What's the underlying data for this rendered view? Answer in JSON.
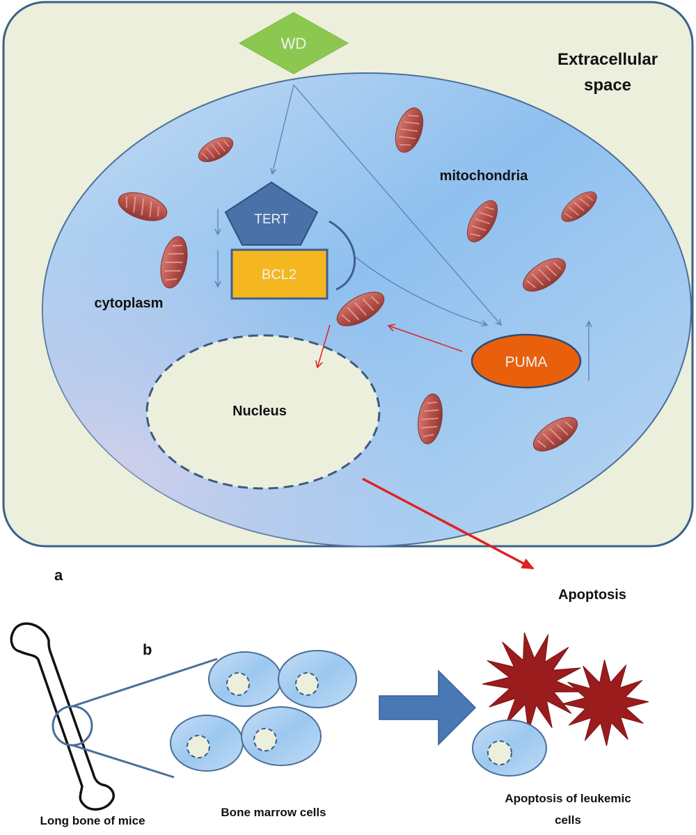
{
  "panel_a": {
    "letter": "a",
    "extracellular_label_line1": "Extracellular",
    "extracellular_label_line2": "space",
    "mitochondria_label": "mitochondria",
    "cytoplasm_label": "cytoplasm",
    "nucleus_label": "Nucleus",
    "apoptosis_label": "Apoptosis",
    "wd_label": "WD",
    "tert_label": "TERT",
    "bcl2_label": "BCL2",
    "puma_label": "PUMA"
  },
  "panel_b": {
    "letter": "b",
    "bone_label": "Long bone of mice",
    "marrow_label": "Bone marrow cells",
    "leukemic_label_line1": "Apoptosis of  leukemic",
    "leukemic_label_line2": "cells"
  },
  "colors": {
    "extracellular_fill": "#ebefdb",
    "extracellular_border": "#3b5f8a",
    "cell_fill": "#a9cdf0",
    "cell_border": "#4a6f99",
    "nucleus_fill": "#ecefdc",
    "nucleus_border": "#3a5a82",
    "wd_fill": "#8cc850",
    "tert_fill": "#4a72a8",
    "bcl2_fill": "#f5b71f",
    "puma_fill": "#e8600c",
    "mito_fill": "#b9504a",
    "arrow_blue": "#5b7fb5",
    "arrow_red": "#e02020",
    "burst_fill": "#9b1c1c",
    "big_arrow_fill": "#4a78b5"
  }
}
